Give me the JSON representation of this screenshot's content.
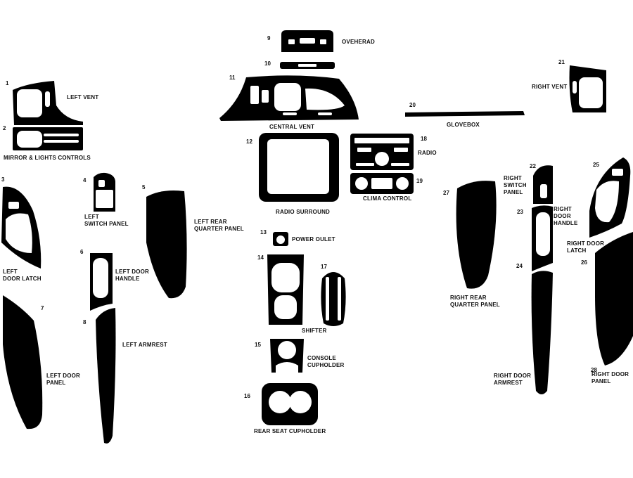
{
  "colors": {
    "piece": "#000000",
    "cutout": "#ffffff",
    "text": "#111111"
  },
  "parts": [
    {
      "number": "1",
      "label": "LEFT VENT"
    },
    {
      "number": "2",
      "label": "MIRROR & LIGHTS CONTROLS"
    },
    {
      "number": "3",
      "label": "LEFT\nDOOR LATCH"
    },
    {
      "number": "4",
      "label": "LEFT\nSWITCH PANEL"
    },
    {
      "number": "5",
      "label": "LEFT REAR\nQUARTER PANEL"
    },
    {
      "number": "6",
      "label": "LEFT DOOR\nHANDLE"
    },
    {
      "number": "7",
      "label": "LEFT DOOR\nPANEL"
    },
    {
      "number": "8",
      "label": "LEFT ARMREST"
    },
    {
      "number": "9",
      "label": "OVEHERAD"
    },
    {
      "number": "10",
      "label": ""
    },
    {
      "number": "11",
      "label": "CENTRAL VENT"
    },
    {
      "number": "12",
      "label": "RADIO SURROUND"
    },
    {
      "number": "13",
      "label": "POWER OULET"
    },
    {
      "number": "14",
      "label": ""
    },
    {
      "number": "15",
      "label": "CONSOLE\nCUPHOLDER"
    },
    {
      "number": "16",
      "label": "REAR SEAT CUPHOLDER"
    },
    {
      "number": "17",
      "label": "SHIFTER"
    },
    {
      "number": "18",
      "label": "RADIO"
    },
    {
      "number": "19",
      "label": "CLIMA CONTROL"
    },
    {
      "number": "20",
      "label": "GLOVEBOX"
    },
    {
      "number": "21",
      "label": "RIGHT VENT"
    },
    {
      "number": "22",
      "label": "RIGHT\nSWITCH\nPANEL"
    },
    {
      "number": "23",
      "label": "RIGHT\nDOOR\nHANDLE"
    },
    {
      "number": "24",
      "label": "RIGHT DOOR\nARMREST"
    },
    {
      "number": "25",
      "label": ""
    },
    {
      "number": "26",
      "label": "RIGHT DOOR\nLATCH"
    },
    {
      "number": "27",
      "label": "RIGHT REAR\nQUARTER PANEL"
    },
    {
      "number": "28",
      "label": "RIGHT DOOR\nPANEL"
    }
  ]
}
